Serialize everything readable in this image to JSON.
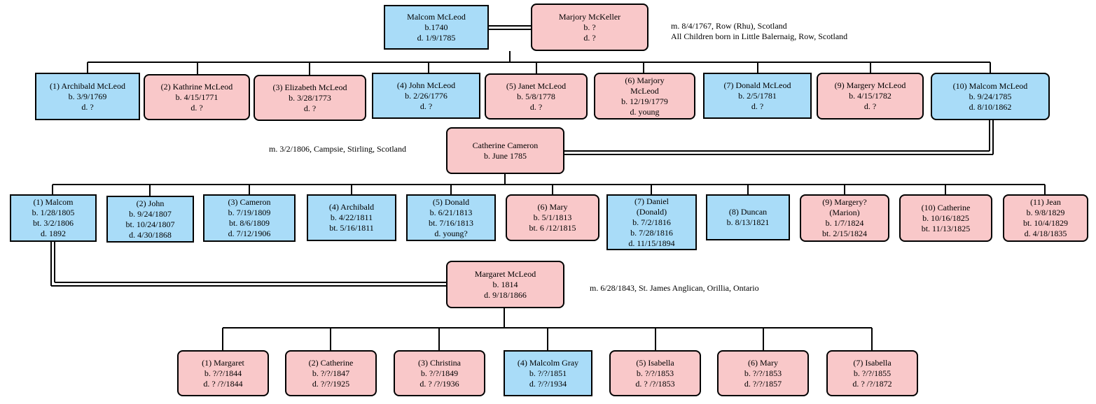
{
  "colors": {
    "male": "#a9dcf8",
    "female": "#f9c8c9",
    "line": "#000000"
  },
  "generation1": {
    "husband": {
      "name": "Malcom McLeod",
      "lines": [
        "b.1740",
        "d.  1/9/1785"
      ],
      "sex": "male"
    },
    "wife": {
      "name": "Marjory McKeller",
      "lines": [
        "b.  ?",
        "d.  ?"
      ],
      "sex": "female"
    },
    "marriage_note": [
      "m. 8/4/1767,  Row (Rhu), Scotland",
      "All Children born in Little Balernaig, Row, Scotland"
    ]
  },
  "children1": [
    {
      "name": "(1) Archibald McLeod",
      "lines": [
        "b. 3/9/1769",
        "d. ?"
      ],
      "sex": "male"
    },
    {
      "name": "(2)  Kathrine McLeod",
      "lines": [
        "b.  4/15/1771",
        "d.  ?"
      ],
      "sex": "female"
    },
    {
      "name": "(3) Elizabeth McLeod",
      "lines": [
        "b. 3/28/1773",
        "d.  ?"
      ],
      "sex": "female"
    },
    {
      "name": "(4) John McLeod",
      "lines": [
        "b. 2/26/1776",
        "d.  ?"
      ],
      "sex": "male"
    },
    {
      "name": "(5) Janet McLeod",
      "lines": [
        "b. 5/8/1778",
        "d.  ?"
      ],
      "sex": "female"
    },
    {
      "name": "(6) Marjory\n       McLeod",
      "lines": [
        "b. 12/19/1779",
        "d. young"
      ],
      "sex": "female"
    },
    {
      "name": "(7) Donald McLeod",
      "lines": [
        "b. 2/5/1781",
        "d. ?"
      ],
      "sex": "male"
    },
    {
      "name": "(9) Margery McLeod",
      "lines": [
        "b. 4/15/1782",
        "d. ?"
      ],
      "sex": "female"
    },
    {
      "name": "(10) Malcom McLeod",
      "lines": [
        "b. 9/24/1785",
        "d.  8/10/1862"
      ],
      "sex": "male"
    }
  ],
  "spouse2": {
    "name": "Catherine Cameron",
    "lines": [
      "b. June 1785"
    ],
    "sex": "female"
  },
  "marriage_note2": "m. 3/2/1806,  Campsie, Stirling, Scotland",
  "children2": [
    {
      "name": "(1) Malcom",
      "lines": [
        "b. 1/28/1805",
        "bt. 3/2/1806",
        "d. 1892"
      ],
      "sex": "male"
    },
    {
      "name": "(2)  John",
      "lines": [
        "b. 9/24/1807",
        "bt.  10/24/1807",
        "d. 4/30/1868"
      ],
      "sex": "male"
    },
    {
      "name": "(3)  Cameron",
      "lines": [
        "b. 7/19/1809",
        "bt. 8/6/1809",
        "d. 7/12/1906"
      ],
      "sex": "male"
    },
    {
      "name": "(4)  Archibald",
      "lines": [
        "b. 4/22/1811",
        "bt. 5/16/1811"
      ],
      "sex": "male"
    },
    {
      "name": "(5)  Donald",
      "lines": [
        "b.  6/21/1813",
        "bt. 7/16/1813",
        "d. young?"
      ],
      "sex": "male"
    },
    {
      "name": "(6)  Mary",
      "lines": [
        "b. 5/1/1813",
        "bt. 6 /12/1815"
      ],
      "sex": "female"
    },
    {
      "name": "(7) Daniel\n(Donald)",
      "lines": [
        "b. 7/2/1816",
        "b. 7/28/1816",
        "d. 11/15/1894"
      ],
      "sex": "male"
    },
    {
      "name": "(8)  Duncan",
      "lines": [
        "b. 8/13/1821"
      ],
      "sex": "male"
    },
    {
      "name": "(9) Margery?\n(Marion)",
      "lines": [
        "b. 1/7/1824",
        "bt. 2/15/1824"
      ],
      "sex": "female"
    },
    {
      "name": "(10) Catherine",
      "lines": [
        "b. 10/16/1825",
        "bt. 11/13/1825"
      ],
      "sex": "female"
    },
    {
      "name": "(11) Jean",
      "lines": [
        "b. 9/8/1829",
        "bt. 10/4/1829",
        "d. 4/18/1835"
      ],
      "sex": "female"
    }
  ],
  "spouse3": {
    "name": "Margaret McLeod",
    "lines": [
      "b. 1814",
      "d. 9/18/1866"
    ],
    "sex": "female"
  },
  "marriage_note3": "m. 6/28/1843,  St. James Anglican, Orillia, Ontario",
  "children3": [
    {
      "name": "(1) Margaret",
      "lines": [
        "b. ?/?/1844",
        "d. ? /?/1844"
      ],
      "sex": "female"
    },
    {
      "name": "(2) Catherine",
      "lines": [
        "b. ?/?/1847",
        "d. ?/?/1925"
      ],
      "sex": "female"
    },
    {
      "name": "(3) Christina",
      "lines": [
        "b. ?/?/1849",
        "d. ? /?/1936"
      ],
      "sex": "female"
    },
    {
      "name": "(4) Malcolm Gray",
      "lines": [
        "b. ?/?/1851",
        "d. ?/?/1934"
      ],
      "sex": "male"
    },
    {
      "name": "(5) Isabella",
      "lines": [
        "b. ?/?/1853",
        "d. ? /?/1853"
      ],
      "sex": "female"
    },
    {
      "name": "(6) Mary",
      "lines": [
        "b. ?/?/1853",
        "d. ?/?/1857"
      ],
      "sex": "female"
    },
    {
      "name": "(7) Isabella",
      "lines": [
        "b. ?/?/1855",
        "d. ? /?/1872"
      ],
      "sex": "female"
    }
  ]
}
